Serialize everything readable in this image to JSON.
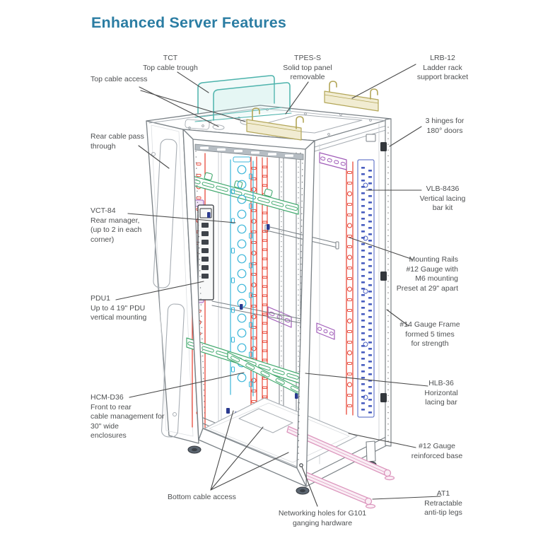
{
  "title": "Enhanced Server Features",
  "colors": {
    "title_accent": "#2b7da3",
    "label_text": "#4e5052",
    "leader_line": "#4a4a4a",
    "frame_gray": "#7b8287",
    "light_gray": "#a8aeb4",
    "rail_red": "#e73b2b",
    "manager_cyan": "#3cb6d9",
    "vlb_blue": "#4a5fc0",
    "lacing_green": "#43a96f",
    "bracket_purple": "#a05cb8",
    "antitip_pink": "#dc96bd",
    "trough_teal": "#4db3ac",
    "bracket_yellow": "#b3a658"
  },
  "labels": {
    "tct": "TCT\nTop cable trough",
    "top_cable_access": "Top cable access",
    "tpes_s": "TPES-S\nSolid top panel\nremovable",
    "lrb_12": "LRB-12\nLadder rack\nsupport bracket",
    "hinges": "3 hinges for\n180° doors",
    "rear_cable_pass": "Rear cable pass\nthrough",
    "vlb_8436": "VLB-8436\nVertical lacing\nbar kit",
    "vct_84": "VCT-84\nRear manager,\n(up to 2 in each\ncorner)",
    "mounting_rails": "Mounting Rails\n#12 Gauge with\nM6 mounting\nPreset at 29\" apart",
    "pdu1": "PDU1\nUp to 4 19\" PDU\nvertical mounting",
    "gauge14_frame": "#14 Gauge Frame\nformed 5 times\nfor strength",
    "hlb_36": "HLB-36\nHorizontal\nlacing bar",
    "hcm_d36": "HCM-D36\nFront to rear\ncable management for\n30\" wide\nenclosures",
    "gauge12_base": "#12 Gauge\nreinforced base",
    "bottom_cable_access": "Bottom cable access",
    "networking_holes": "Networking holes for G101\nganging hardware",
    "at1": "AT1\nRetractable\nanti-tip legs"
  }
}
